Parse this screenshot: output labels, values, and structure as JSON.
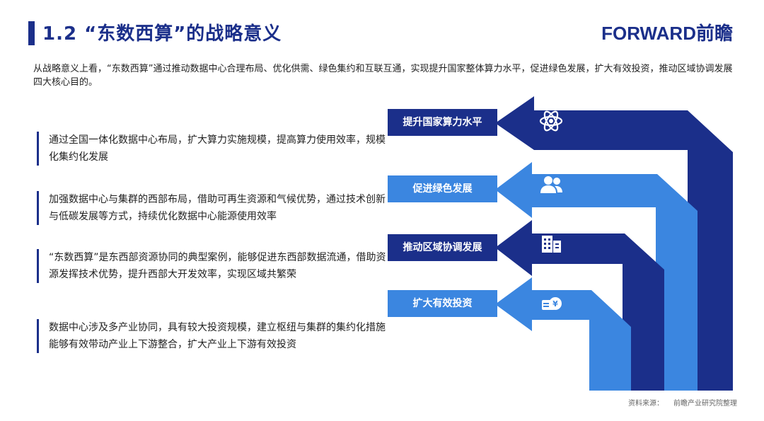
{
  "header": {
    "title": "1.2 “东数西算”的战略意义",
    "logo_text": "FORWARD前瞻"
  },
  "intro": "从战略意义上看，“东数西算”通过推动数据中心合理布局、优化供需、绿色集约和互联互通，实现提升国家整体算力水平，促进绿色发展，扩大有效投资，推动区域协调发展四大核心目的。",
  "points": [
    "通过全国一体化数据中心布局，扩大算力实施规模，提高算力使用效率，规模化集约化发展",
    "加强数据中心与集群的西部布局，借助可再生资源和气候优势，通过技术创新与低碳发展等方式，持续优化数据中心能源使用效率",
    "“东数西算”是东西部资源协同的典型案例，能够促进东西部数据流通，借助资源发挥技术优势，提升西部大开发效率，实现区域共繁荣",
    "数据中心涉及多产业协同，具有较大投资规模，建立枢纽与集群的集约化措施能够有效带动产业上下游整合，扩大产业上下游有效投资"
  ],
  "goals": [
    {
      "label": "提升国家算力水平",
      "icon": "atom-icon",
      "color": "#1b2f8a"
    },
    {
      "label": "促进绿色发展",
      "icon": "people-icon",
      "color": "#3b86e0"
    },
    {
      "label": "推动区域协调发展",
      "icon": "building-icon",
      "color": "#1b2f8a"
    },
    {
      "label": "扩大有效投资",
      "icon": "money-icon",
      "color": "#3b86e0"
    }
  ],
  "footer": {
    "source_label": "资料来源：",
    "source_value": "前瞻产业研究院整理"
  }
}
